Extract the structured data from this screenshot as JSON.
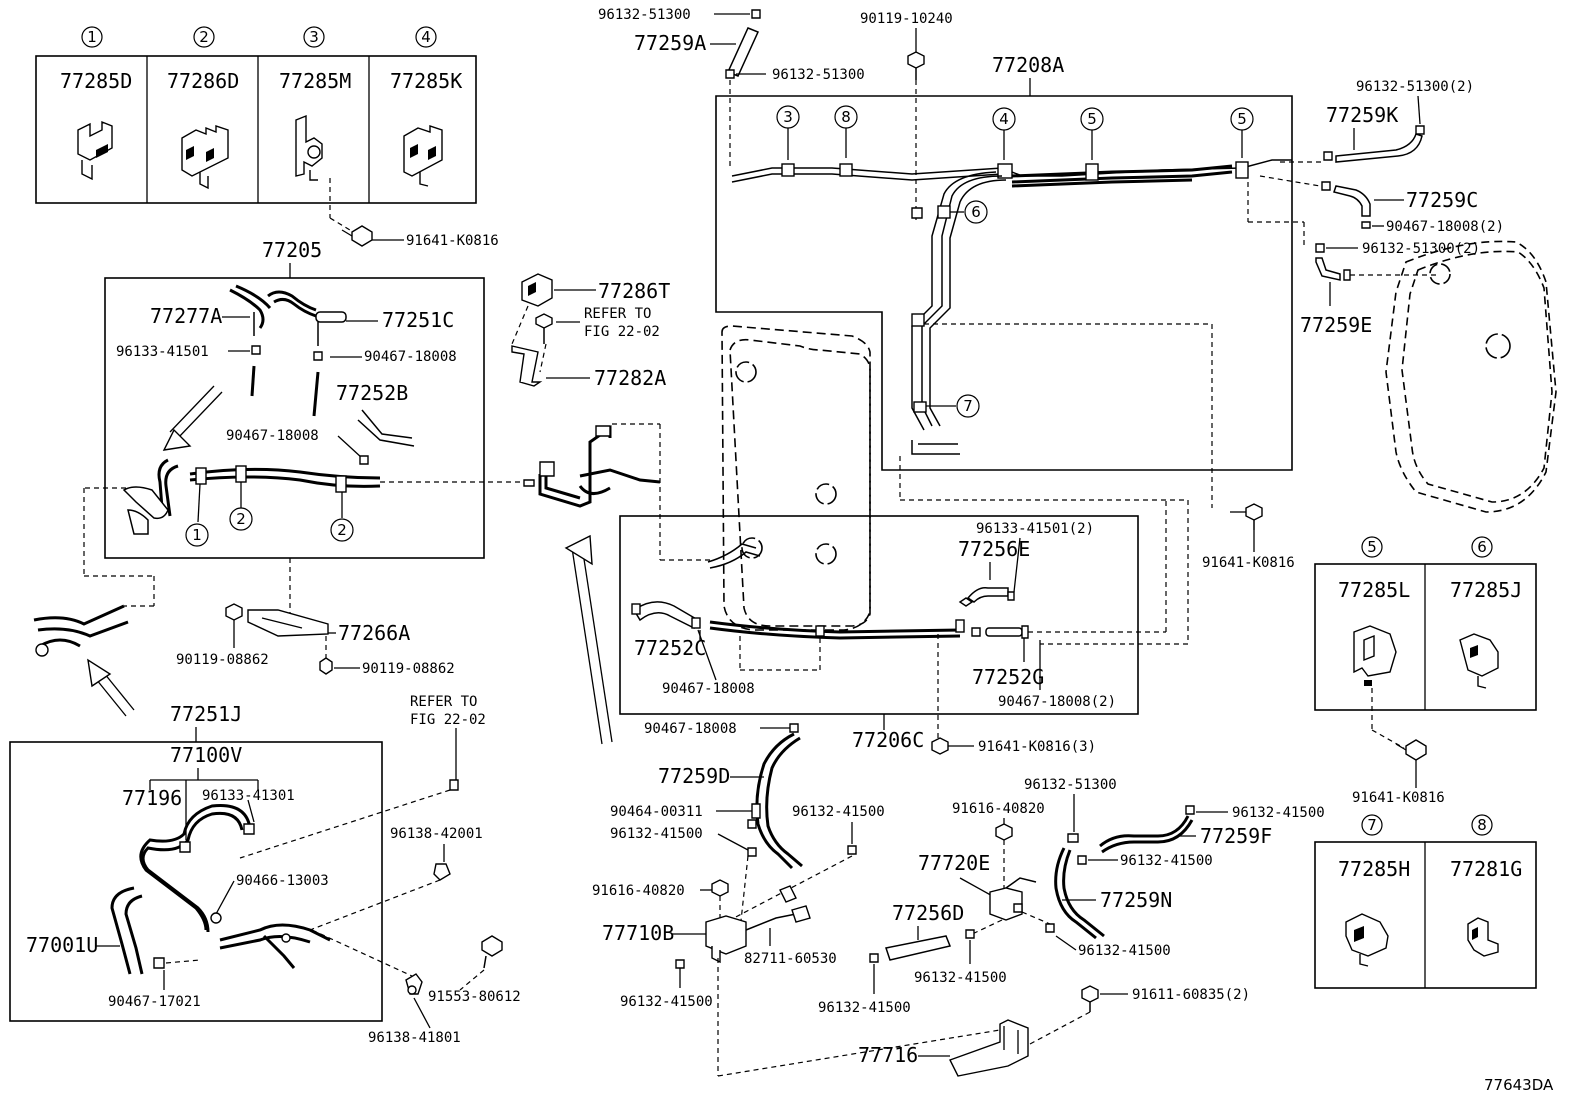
{
  "figure_code": "77643DA",
  "clip_legend_top": [
    {
      "num": "1",
      "part": "77285D"
    },
    {
      "num": "2",
      "part": "77286D"
    },
    {
      "num": "3",
      "part": "77285M"
    },
    {
      "num": "4",
      "part": "77285K"
    }
  ],
  "clip_legend_right_top": [
    {
      "num": "5",
      "part": "77285L"
    },
    {
      "num": "6",
      "part": "77285J"
    }
  ],
  "clip_legend_right_bottom": [
    {
      "num": "7",
      "part": "77285H"
    },
    {
      "num": "8",
      "part": "77281G"
    }
  ],
  "callout_numbers": {
    "c1": "1",
    "c2": "2",
    "c3": "3",
    "c4": "4",
    "c5": "5",
    "c6": "6",
    "c7": "7",
    "c8": "8"
  },
  "labels": {
    "p91641_K0816_a": "91641-K0816",
    "p77205": "77205",
    "p77277A": "77277A",
    "p77251C": "77251C",
    "p96133_41501_a": "96133-41501",
    "p90467_18008_a": "90467-18008",
    "p77252B": "77252B",
    "p90467_18008_b": "90467-18008",
    "p77266A": "77266A",
    "p90119_08862_a": "90119-08862",
    "p90119_08862_b": "90119-08862",
    "p77251J": "77251J",
    "p77100V": "77100V",
    "p77196": "77196",
    "p96133_41301": "96133-41301",
    "p90466_13003": "90466-13003",
    "p77001U": "77001U",
    "p90467_17021": "90467-17021",
    "refer_a_1": "REFER TO",
    "refer_a_2": "FIG 22-02",
    "p96138_42001": "96138-42001",
    "p91553_80612": "91553-80612",
    "p96138_41801": "96138-41801",
    "p77286T": "77286T",
    "refer_b_1": "REFER TO",
    "refer_b_2": "FIG 22-02",
    "p77282A": "77282A",
    "p96132_51300_a": "96132-51300",
    "p77259A": "77259A",
    "p96132_51300_b": "96132-51300",
    "p90119_10240": "90119-10240",
    "p77208A": "77208A",
    "p96132_51300_2a": "96132-51300(2)",
    "p77259K": "77259K",
    "p77259C": "77259C",
    "p90467_18008_2a": "90467-18008(2)",
    "p96132_51300_2b": "96132-51300(2)",
    "p77259E": "77259E",
    "p91641_K0816_b": "91641-K0816",
    "p96133_41501_2": "96133-41501(2)",
    "p77256E": "77256E",
    "p77252C": "77252C",
    "p90467_18008_c": "90467-18008",
    "p77252G": "77252G",
    "p90467_18008_2b": "90467-18008(2)",
    "p90467_18008_d": "90467-18008",
    "p77206C": "77206C",
    "p91641_K0816_3": "91641-K0816(3)",
    "p77259D": "77259D",
    "p90464_00311": "90464-00311",
    "p96132_41500_a": "96132-41500",
    "p96132_41500_b": "96132-41500",
    "p91616_40820_a": "91616-40820",
    "p77710B": "77710B",
    "p82711_60530": "82711-60530",
    "p96132_41500_c": "96132-41500",
    "p96132_51300_c": "96132-51300",
    "p91616_40820_b": "91616-40820",
    "p77720E": "77720E",
    "p77256D": "77256D",
    "p96132_41500_d": "96132-41500",
    "p96132_41500_e": "96132-41500",
    "p96132_41500_f": "96132-41500",
    "p77259F": "77259F",
    "p96132_41500_g": "96132-41500",
    "p77259N": "77259N",
    "p96132_41500_h": "96132-41500",
    "p91611_60835_2": "91611-60835(2)",
    "p77716": "77716",
    "p91641_K0816_c": "91641-K0816"
  }
}
